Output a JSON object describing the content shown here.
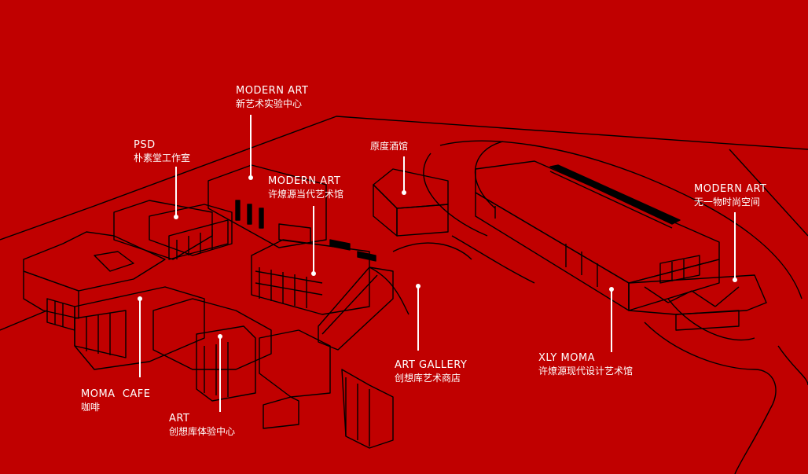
{
  "map": {
    "background_color": "#c00000",
    "line_color": "#000000",
    "label_color": "#ffffff"
  },
  "labels": {
    "modern_art_center": {
      "en": "MODERN ART",
      "zh": "新艺术实验中心"
    },
    "psd": {
      "en": "PSD",
      "zh": "朴素堂工作室"
    },
    "modern_art_xu": {
      "en": "MODERN ART",
      "zh": "许燎源当代艺术馆"
    },
    "yuandu": {
      "zh": "原度酒馆"
    },
    "modern_art_wuyiwu": {
      "en": "MODERN ART",
      "zh": "无一物时尚空间"
    },
    "xly_moma": {
      "en": "XLY MOMA",
      "zh": "许燎源现代设计艺术馆"
    },
    "art_gallery": {
      "en": "ART GALLERY",
      "zh": "创想库艺术商店"
    },
    "moma_cafe": {
      "en": "MOMA  CAFE",
      "zh": "咖啡"
    },
    "art": {
      "en": "ART",
      "zh": "创想库体验中心"
    }
  }
}
